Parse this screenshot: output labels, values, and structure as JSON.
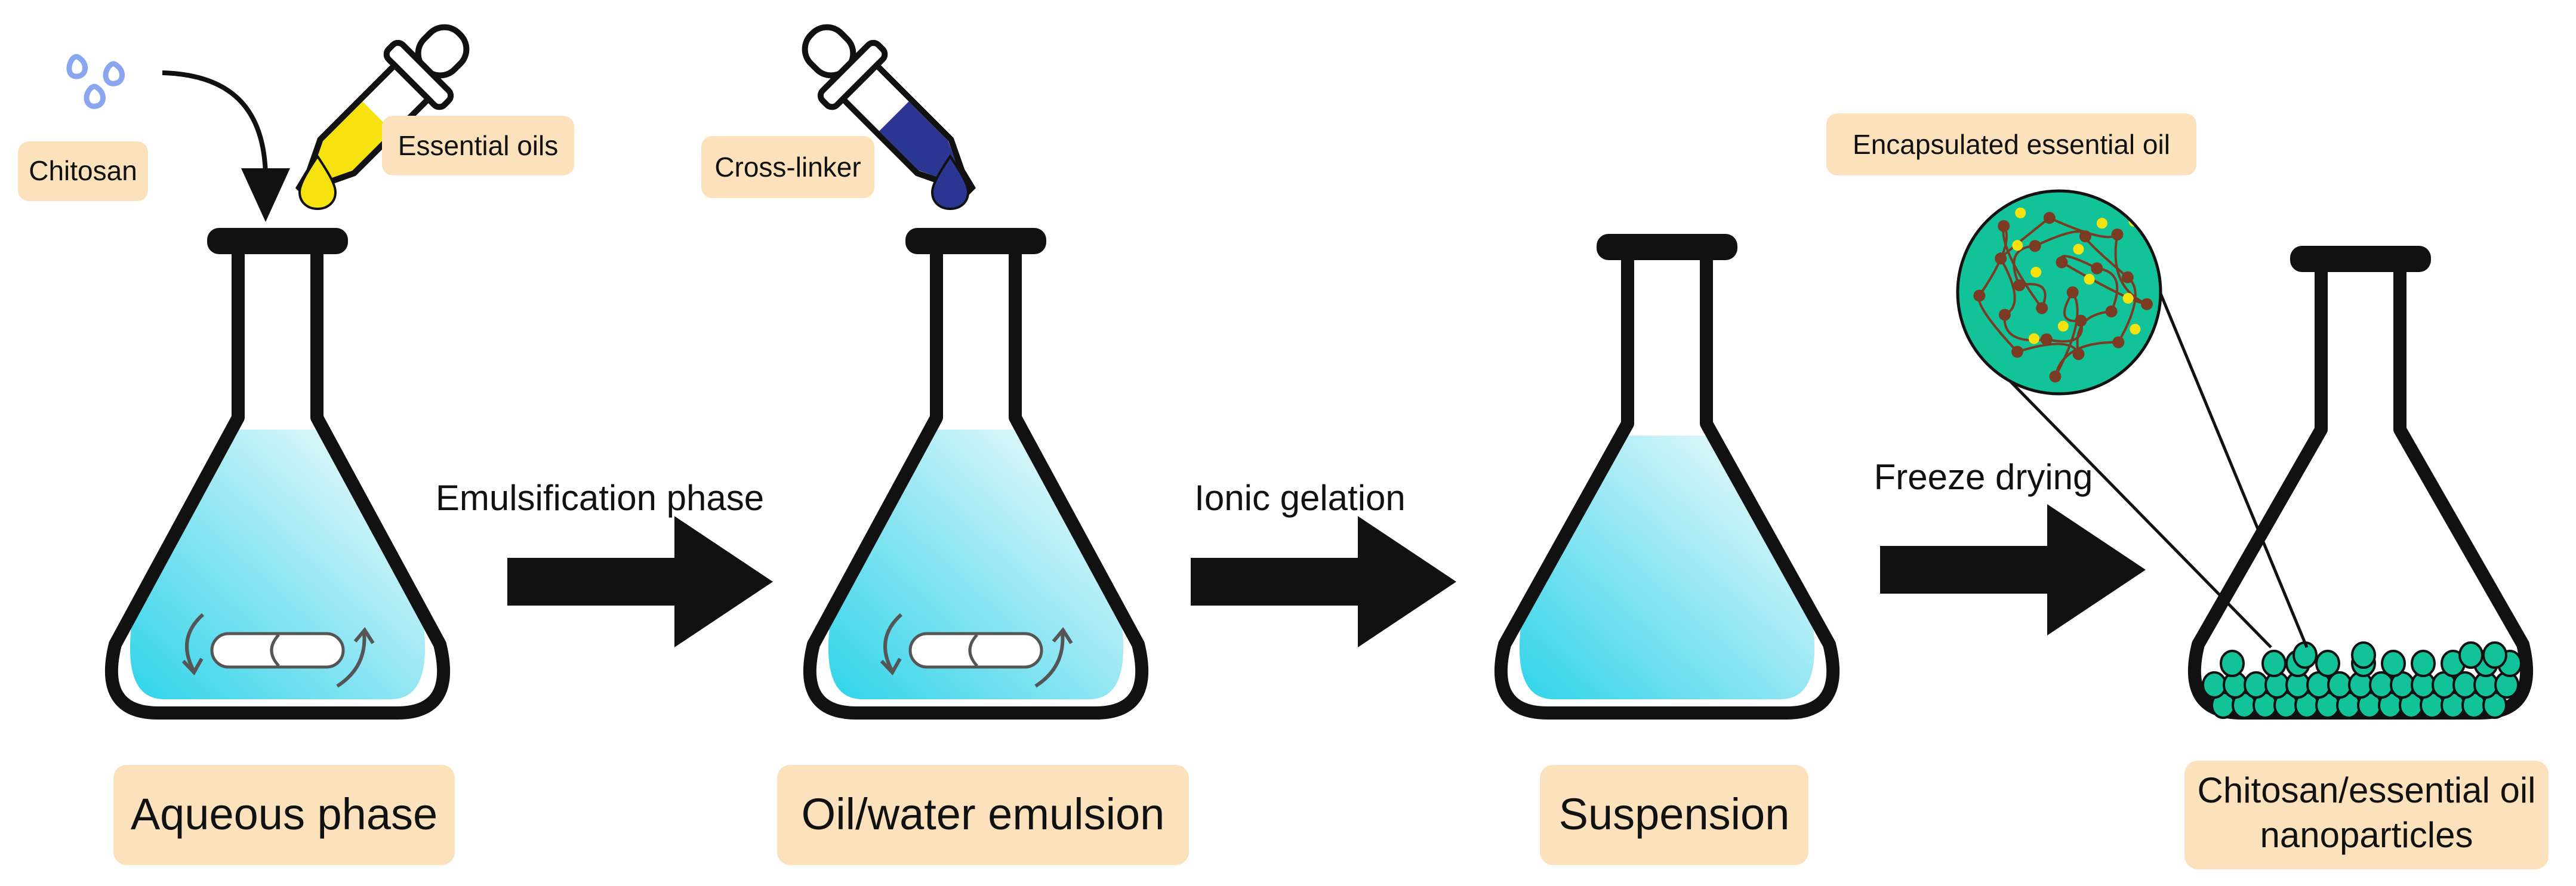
{
  "labels": {
    "chitosan": "Chitosan",
    "essential_oils": "Essential oils",
    "cross_linker": "Cross-linker",
    "encapsulated": "Encapsulated essential oil",
    "aqueous_phase": "Aqueous phase",
    "emulsion": "Oil/water emulsion",
    "suspension": "Suspension",
    "nanoparticles_line1": "Chitosan/essential oil",
    "nanoparticles_line2": "nanoparticles"
  },
  "steps": {
    "emulsification": "Emulsification phase",
    "ionic_gelation": "Ionic gelation",
    "freeze_drying": "Freeze drying"
  },
  "colors": {
    "label_box": "#fbe2bd",
    "liquid_dark": "#2fd3ea",
    "liquid_light": "#ffffff",
    "oil_yellow": "#f5e20f",
    "crosslinker_blue": "#2b3592",
    "chitosan_blue": "#8aa6ef",
    "nanoparticle": "#12c39a",
    "network_brown": "#7a3b22",
    "outline": "#111111"
  },
  "icons": {
    "flask": "erlenmeyer-flask-icon",
    "dropper": "pipette-dropper-icon",
    "stir_bar": "magnetic-stir-bar-icon",
    "arrow": "process-arrow-icon",
    "zoom": "magnified-nanoparticle-icon"
  }
}
